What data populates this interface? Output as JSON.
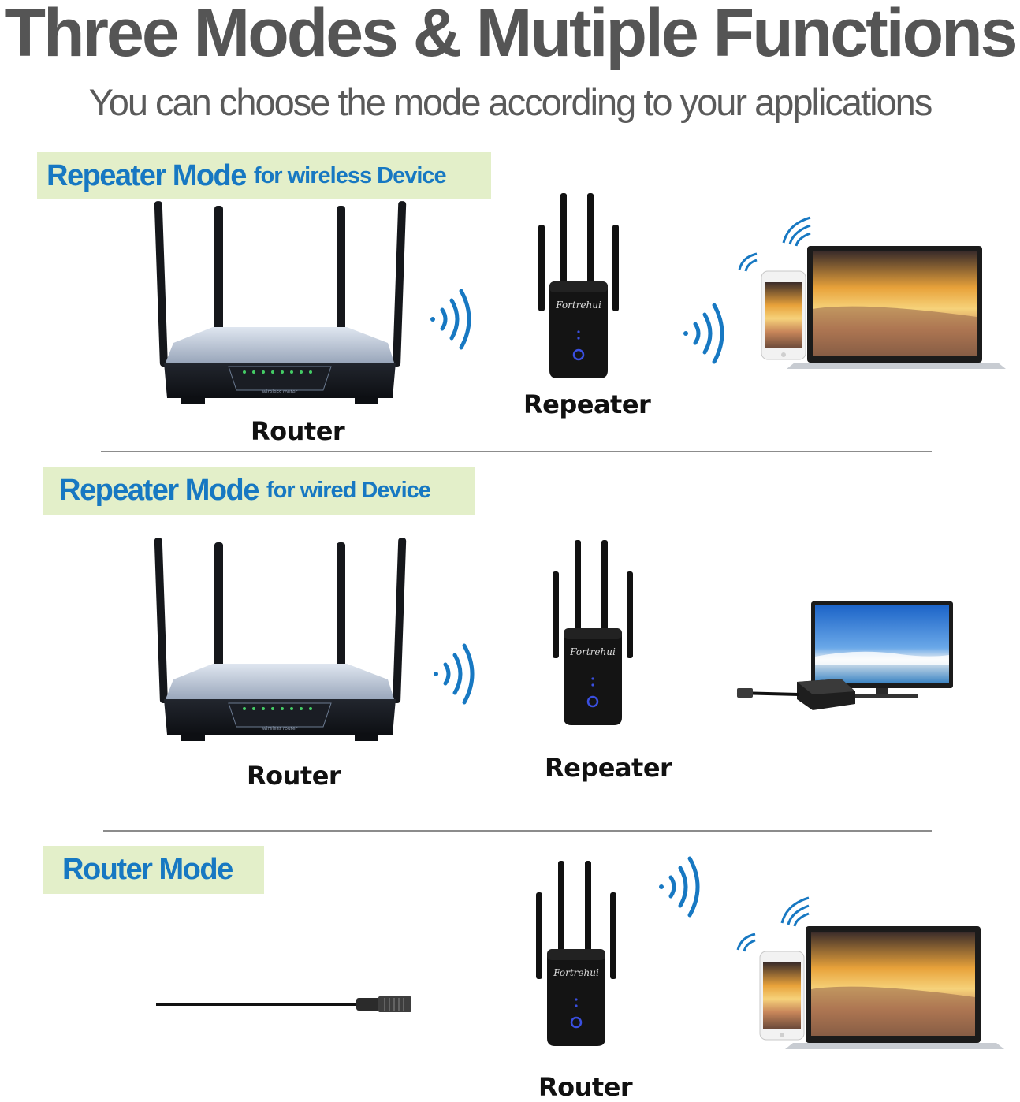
{
  "header": {
    "title": "Three Modes & Mutiple Functions",
    "subtitle": "You can choose the mode according to your applications"
  },
  "sections": [
    {
      "mode_main": "Repeater Mode",
      "mode_sub": "for wireless Device",
      "source_label": "Router",
      "device_label": "Repeater"
    },
    {
      "mode_main": "Repeater Mode",
      "mode_sub": "for wired Device",
      "source_label": "Router",
      "device_label": "Repeater"
    },
    {
      "mode_main": "Router Mode",
      "mode_sub": "",
      "device_label": "Router"
    }
  ],
  "brand": {
    "name": "Fortrehui"
  },
  "router_panel": {
    "text": "wireless router"
  },
  "colors": {
    "accent_blue": "#1778c2",
    "label_bg": "#e3efc9",
    "title_gray": "#555555"
  },
  "icons": [
    "wifi-wave-icon",
    "wifi-arc-icon",
    "router-icon",
    "repeater-icon",
    "laptop-icon",
    "phone-icon",
    "tv-icon",
    "set-top-box-icon",
    "ethernet-cable-icon"
  ]
}
